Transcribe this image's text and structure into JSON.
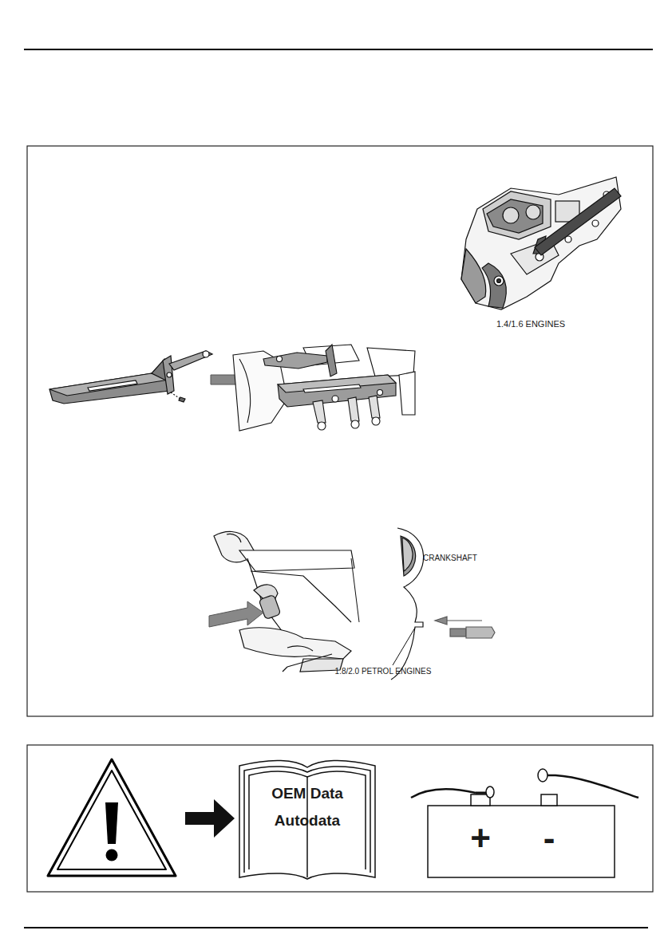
{
  "diagram": {
    "labels": [
      "1.4/1.6 ENGINES",
      "CRANKSHAFT",
      "1.8/2.0 PETROL ENGINES",
      "OEM Data",
      "Autodata",
      "+",
      "-"
    ]
  }
}
